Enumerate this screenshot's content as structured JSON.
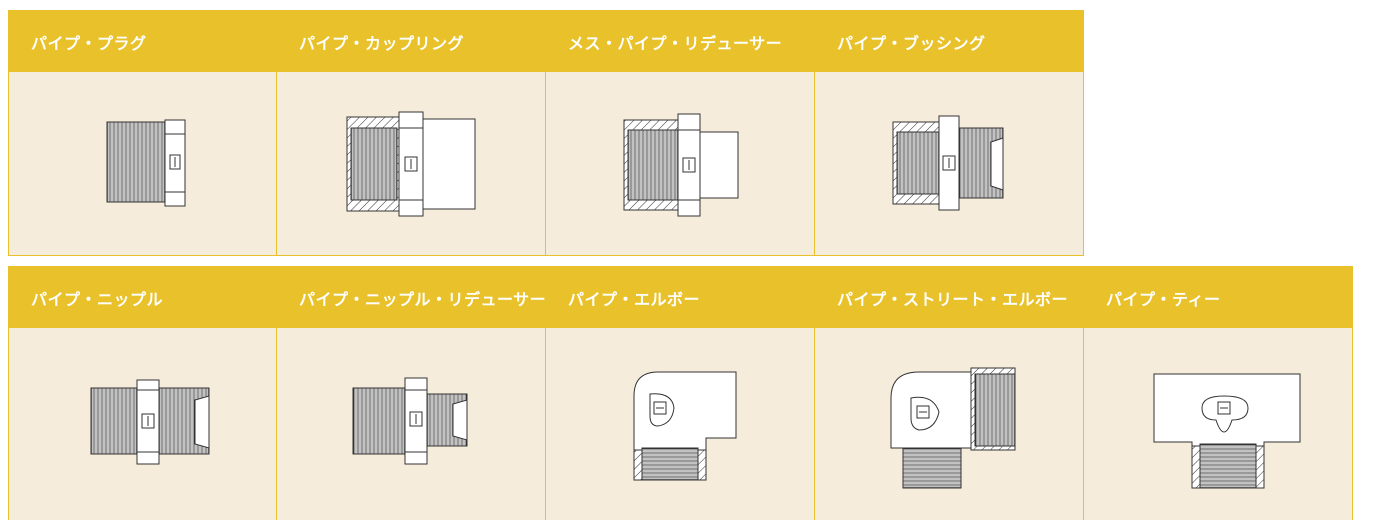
{
  "row1": [
    {
      "title": "パイプ・プラグ",
      "icon": "pipe-plug-icon"
    },
    {
      "title": "パイプ・カップリング",
      "icon": "pipe-coupling-icon"
    },
    {
      "title": "メス・パイプ・リデューサー",
      "icon": "female-pipe-reducer-icon"
    },
    {
      "title": "パイプ・ブッシング",
      "icon": "pipe-bushing-icon"
    }
  ],
  "row2": [
    {
      "title": "パイプ・ニップル",
      "icon": "pipe-nipple-icon"
    },
    {
      "title": "パイプ・ニップル・リデューサー",
      "icon": "pipe-nipple-reducer-icon"
    },
    {
      "title": "パイプ・エルボー",
      "icon": "pipe-elbow-icon"
    },
    {
      "title": "パイプ・ストリート・エルボー",
      "icon": "pipe-street-elbow-icon"
    },
    {
      "title": "パイプ・ティー",
      "icon": "pipe-tee-icon"
    }
  ],
  "colors": {
    "header": "#e9c22b",
    "panel": "#f6ecdc",
    "line": "#333333"
  }
}
